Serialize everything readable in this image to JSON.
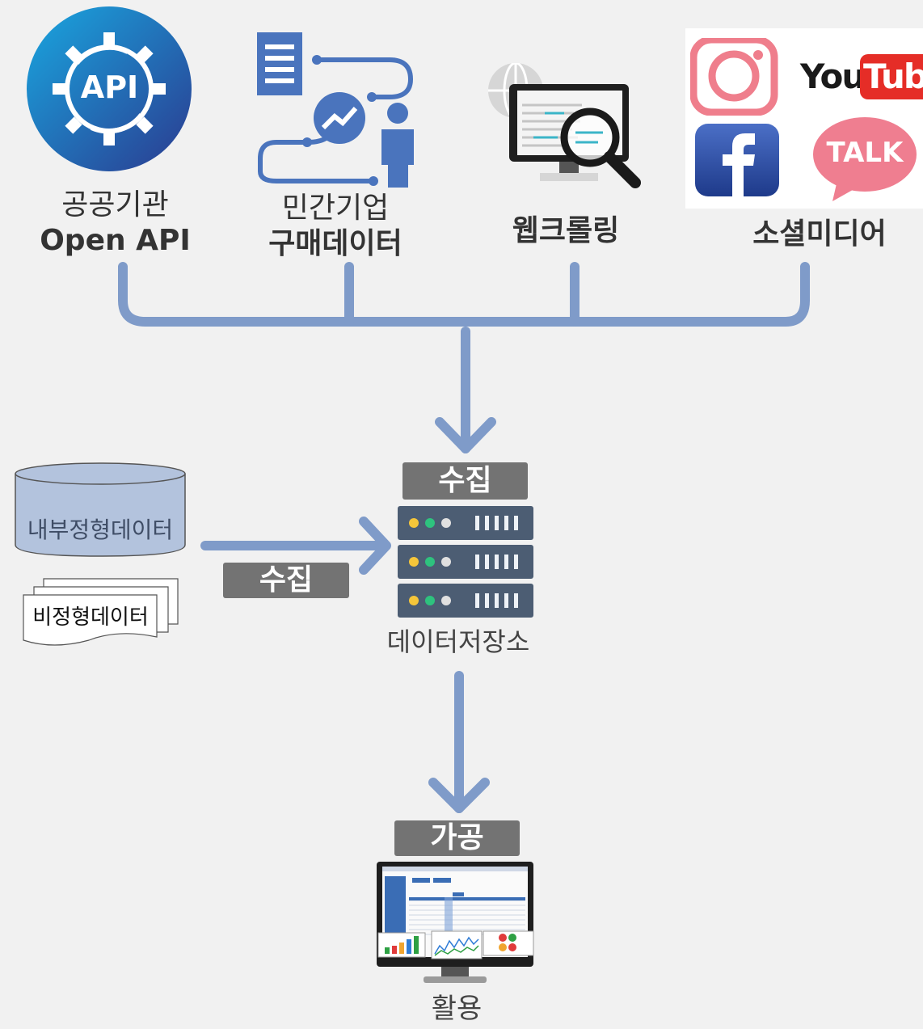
{
  "sources": {
    "public_api": {
      "line1": "공공기관",
      "line2": "Open API"
    },
    "private_data": {
      "line1": "민간기업",
      "line2": "구매데이터"
    },
    "crawling": {
      "label": "웹크롤링"
    },
    "social": {
      "label": "소셜미디어",
      "logos": {
        "youtube_you": "You",
        "youtube_tube": "Tube",
        "talk": "TALK",
        "api_badge": "API"
      }
    }
  },
  "internal": {
    "structured": "내부정형데이터",
    "unstructured": "비정형데이터"
  },
  "tags": {
    "collect_top": "수집",
    "collect_side": "수집",
    "process": "가공"
  },
  "storage": {
    "label": "데이터저장소"
  },
  "usage": {
    "label": "활용"
  },
  "colors": {
    "connector": "#7f9bc9",
    "tag_bg": "#737373",
    "youtube_red": "#e52d27",
    "talk_pink": "#ef7e90",
    "instagram_pink": "#ef7e8c",
    "facebook_blue": "#2b4a9d"
  }
}
